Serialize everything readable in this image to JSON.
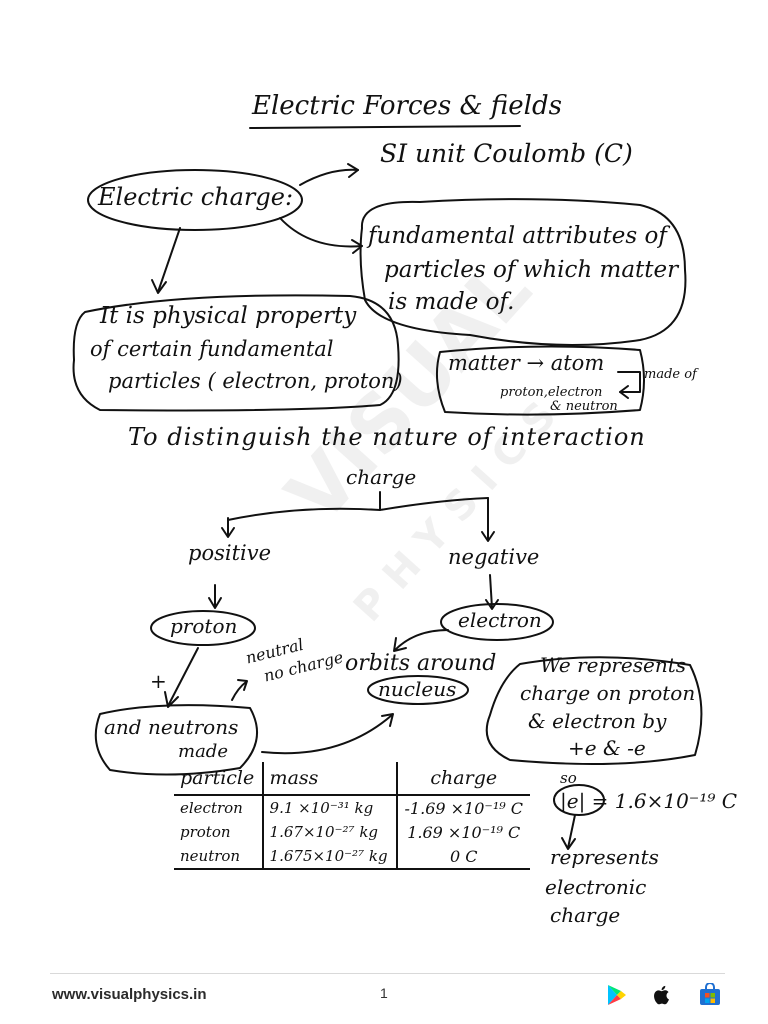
{
  "title": "Electric Forces & fields",
  "si_unit": "SI unit Coulomb (C)",
  "electric_charge": "Electric charge:",
  "fundamental_lines": [
    "fundamental attributes of",
    "particles of which matter",
    "is made of."
  ],
  "physical_lines": [
    "It is physical property",
    "of certain fundamental",
    "particles ( electron, proton)"
  ],
  "matter_box": {
    "matter_atom": "matter → atom",
    "proton_electron": "proton,electron",
    "neutron": "& neutron",
    "made_of": "made of"
  },
  "distinguish": "To distinguish the nature of interaction",
  "tree": {
    "charge": "charge",
    "positive": "positive",
    "negative": "negative",
    "proton": "proton",
    "electron": "electron"
  },
  "plus": "+",
  "neutral": "neutral",
  "no_charge": "no charge",
  "orbits_around": "orbits around",
  "nucleus": "nucleus",
  "and_neutrons": "and neutrons",
  "made": "made",
  "represents_lines": [
    "We represents",
    "charge on proton",
    "& electron by",
    "+e & -e"
  ],
  "table": {
    "headers": [
      "particle",
      "mass",
      "charge"
    ],
    "rows": [
      [
        "electron",
        "9.1 ×10⁻³¹ kg",
        "-1.69 ×10⁻¹⁹ C"
      ],
      [
        "proton",
        "1.67×10⁻²⁷ kg",
        "1.69 ×10⁻¹⁹ C"
      ],
      [
        "neutron",
        "1.675×10⁻²⁷ kg",
        "0 C"
      ]
    ]
  },
  "so": "so",
  "e_value": "|e| = 1.6×10⁻¹⁹ C",
  "represents_electronic": [
    "represents",
    "electronic",
    "charge"
  ],
  "watermark": {
    "visual": "VISUAL",
    "physics": "PHYSICS"
  },
  "footer": {
    "url": "www.visualphysics.in",
    "page": "1",
    "icons": [
      "google-play-icon",
      "apple-icon",
      "microsoft-store-icon"
    ]
  }
}
